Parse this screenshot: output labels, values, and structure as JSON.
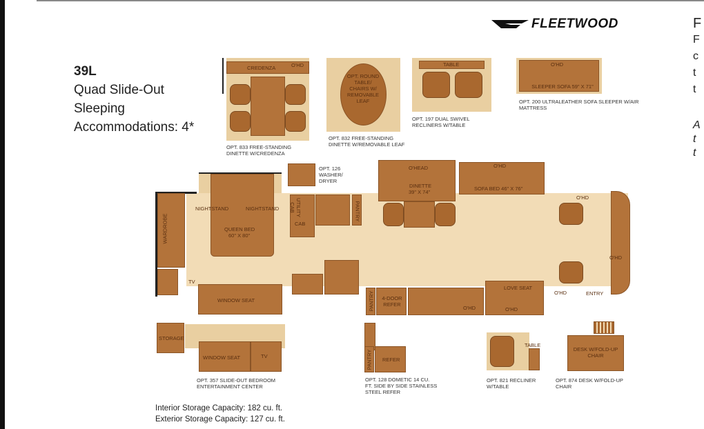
{
  "brand": "FLEETWOOD",
  "model": {
    "code": "39L",
    "line1": "Quad Slide-Out",
    "line2": "Sleeping",
    "line3": "Accommodations: 4*"
  },
  "right_column_fragments": [
    "F",
    "F",
    "c",
    "t",
    "t",
    "A",
    "t",
    "t"
  ],
  "options_top": [
    {
      "caption": "OPT. 833 FREE-STANDING DINETTE W/CREDENZA",
      "labels": [
        "CREDENZA",
        "O'HD"
      ]
    },
    {
      "caption": "OPT. 832 FREE-STANDING DINETTE W/REMOVABLE LEAF",
      "labels": [
        "OPT. ROUND TABLE/ CHAIRS W/ REMOVABLE LEAF"
      ]
    },
    {
      "caption": "OPT. 197 DUAL SWIVEL RECLINERS W/TABLE",
      "labels": [
        "TABLE"
      ]
    },
    {
      "caption": "OPT. 200 ULTRALEATHER SOFA SLEEPER W/AIR MATTRESS",
      "labels": [
        "O'HD",
        "SLEEPER SOFA 59\" X 71\""
      ]
    }
  ],
  "washer": {
    "caption": "OPT. 126 WASHER/ DRYER"
  },
  "floorplan": {
    "wardrobe": "WARDROBE",
    "nightstand": "NIGHTSTAND",
    "bed": "QUEEN BED",
    "bed_size": "60\" X 80\"",
    "tv": "TV",
    "window_seat": "WINDOW SEAT",
    "utility_cab": "UTILITY CAB",
    "cab": "CAB",
    "pantry": "PANTRY",
    "ohead": "O'HEAD",
    "dinette": "DINETTE",
    "dinette_size": "39\" X 74\"",
    "ohd": "O'HD",
    "sofa_bed": "SOFA BED 46\" X 76\"",
    "refer": "4-DOOR REFER",
    "love_seat": "LOVE SEAT",
    "entry": "ENTRY"
  },
  "options_bottom": [
    {
      "caption": "OPT. 357 SLIDE-OUT BEDROOM ENTERTAINMENT CENTER",
      "labels": [
        "STORAGE",
        "WINDOW SEAT",
        "TV"
      ]
    },
    {
      "caption": "OPT. 128 DOMETIC 14 CU. FT. SIDE BY SIDE STAINLESS STEEL REFER",
      "labels": [
        "PANTRY",
        "REFER"
      ]
    },
    {
      "caption": "OPT. 821 RECLINER W/TABLE",
      "labels": [
        "TABLE"
      ]
    },
    {
      "caption": "OPT. 874 DESK W/FOLD-UP CHAIR",
      "labels": [
        "DESK W/FOLD-UP CHAIR"
      ]
    }
  ],
  "storage": {
    "interior": "Interior Storage Capacity: 182 cu. ft.",
    "exterior": "Exterior Storage Capacity: 127 cu. ft."
  }
}
